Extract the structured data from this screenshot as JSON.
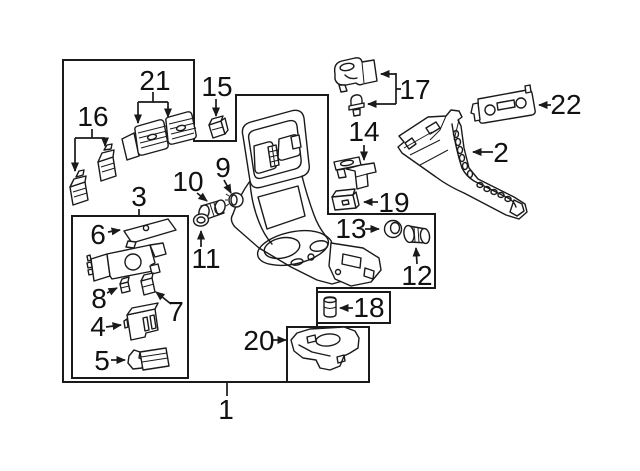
{
  "figure": {
    "background_color": "#ffffff",
    "line_color": "#1a1a1a"
  },
  "callouts": {
    "c1": {
      "text": "1"
    },
    "c2": {
      "text": "2"
    },
    "c3": {
      "text": "3"
    },
    "c4": {
      "text": "4"
    },
    "c5": {
      "text": "5"
    },
    "c6": {
      "text": "6"
    },
    "c7": {
      "text": "7"
    },
    "c8": {
      "text": "8"
    },
    "c9": {
      "text": "9"
    },
    "c10": {
      "text": "10"
    },
    "c11": {
      "text": "11"
    },
    "c12": {
      "text": "12"
    },
    "c13": {
      "text": "13"
    },
    "c14": {
      "text": "14"
    },
    "c15": {
      "text": "15"
    },
    "c16": {
      "text": "16"
    },
    "c17": {
      "text": "17"
    },
    "c18": {
      "text": "18"
    },
    "c19": {
      "text": "19"
    },
    "c20": {
      "text": "20"
    },
    "c21": {
      "text": "21"
    },
    "c22": {
      "text": "22"
    }
  }
}
